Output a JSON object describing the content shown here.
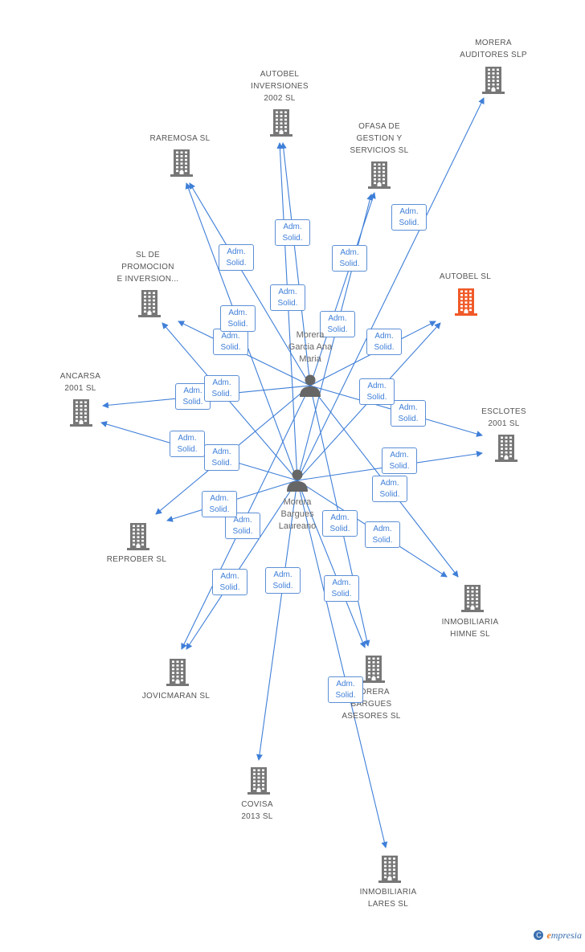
{
  "diagram": {
    "colors": {
      "edge": "#3f7fd8",
      "building": "#777777",
      "highlight": "#f05a28",
      "person": "#666666"
    },
    "badge_text": "Adm.\nSolid.",
    "people": [
      {
        "id": "ana",
        "name": "Morera\nGarcia Ana\nMaria"
      },
      {
        "id": "lau",
        "name": "Morera\nBargues\nLaureano"
      }
    ],
    "companies": [
      {
        "id": "morera_aud",
        "name": "MORERA\nAUDITORES SLP"
      },
      {
        "id": "autobel_inv",
        "name": "AUTOBEL\nINVERSIONES\n2002 SL"
      },
      {
        "id": "ofasa",
        "name": "OFASA DE\nGESTION Y\nSERVICIOS SL"
      },
      {
        "id": "raremosa",
        "name": "RAREMOSA SL"
      },
      {
        "id": "sl_promo",
        "name": "SL DE\nPROMOCION\nE INVERSION..."
      },
      {
        "id": "autobel",
        "name": "AUTOBEL SL",
        "highlight": true
      },
      {
        "id": "ancarsa",
        "name": "ANCARSA\n2001 SL"
      },
      {
        "id": "esclotes",
        "name": "ESCLOTES\n2001 SL"
      },
      {
        "id": "reprober",
        "name": "REPROBER SL"
      },
      {
        "id": "himne",
        "name": "INMOBILIARIA\nHIMNE SL"
      },
      {
        "id": "jovicmaran",
        "name": "JOVICMARAN SL"
      },
      {
        "id": "morera_ases",
        "name": "MORERA\nBARGUES\nASESORES SL"
      },
      {
        "id": "covisa",
        "name": "COVISA\n2013  SL"
      },
      {
        "id": "lares",
        "name": "INMOBILIARIA\nLARES SL"
      }
    ],
    "edges": [
      {
        "from": "ana",
        "to": "autobel_inv"
      },
      {
        "from": "ana",
        "to": "raremosa"
      },
      {
        "from": "ana",
        "to": "ofasa"
      },
      {
        "from": "ana",
        "to": "sl_promo"
      },
      {
        "from": "ana",
        "to": "ancarsa"
      },
      {
        "from": "ana",
        "to": "autobel"
      },
      {
        "from": "ana",
        "to": "esclotes"
      },
      {
        "from": "ana",
        "to": "reprober"
      },
      {
        "from": "ana",
        "to": "jovicmaran"
      },
      {
        "from": "ana",
        "to": "morera_ases"
      },
      {
        "from": "ana",
        "to": "himne"
      },
      {
        "from": "lau",
        "to": "autobel_inv"
      },
      {
        "from": "lau",
        "to": "raremosa"
      },
      {
        "from": "lau",
        "to": "ofasa"
      },
      {
        "from": "lau",
        "to": "morera_aud"
      },
      {
        "from": "lau",
        "to": "sl_promo"
      },
      {
        "from": "lau",
        "to": "ancarsa"
      },
      {
        "from": "lau",
        "to": "autobel"
      },
      {
        "from": "lau",
        "to": "esclotes"
      },
      {
        "from": "lau",
        "to": "reprober"
      },
      {
        "from": "lau",
        "to": "himne"
      },
      {
        "from": "lau",
        "to": "jovicmaran"
      },
      {
        "from": "lau",
        "to": "morera_ases"
      },
      {
        "from": "lau",
        "to": "covisa"
      },
      {
        "from": "lau",
        "to": "lares"
      }
    ]
  },
  "brand": {
    "copyright": "C",
    "first_letter": "e",
    "rest": "mpresia"
  }
}
